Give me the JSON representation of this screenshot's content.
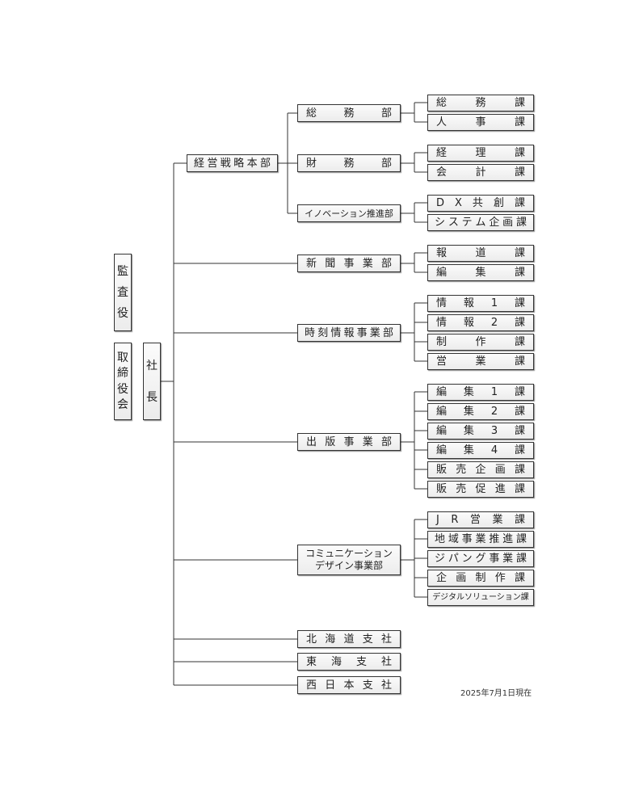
{
  "top": {
    "auditor": "監査役",
    "board": "取締役会",
    "president": "社長"
  },
  "divisions": {
    "strategy": "経営戦略本部",
    "general_affairs": "総務部",
    "finance": "財務部",
    "innovation": "イノベーション推進部",
    "newspaper": "新聞事業部",
    "jikoku": "時刻情報事業部",
    "publishing": "出版事業部",
    "communication_line1": "コミュニケーション",
    "communication_line2": "デザイン事業部",
    "hokkaido": "北海道支社",
    "tokai": "東海支社",
    "nishinihon": "西日本支社"
  },
  "sections": {
    "general": "総務課",
    "hr": "人事課",
    "accounting": "経理課",
    "accounting2": "会計課",
    "dx": "DX共創課",
    "system": "システム企画課",
    "report": "報道課",
    "editing": "編集課",
    "info1": "情報1課",
    "info2": "情報2課",
    "production": "制作課",
    "sales": "営業課",
    "edit1": "編集1課",
    "edit2": "編集2課",
    "edit3": "編集3課",
    "edit4": "編集4課",
    "sales_planning": "販売企画課",
    "sales_promotion": "販売促進課",
    "jr_sales": "JR営業課",
    "regional": "地域事業推進課",
    "zipang": "ジパング事業課",
    "planning_production": "企画制作課",
    "digital_solution": "デジタルソリューション課"
  },
  "as_of": "2025年7月1日現在",
  "colors": {
    "line": "#333333",
    "box_top": "#fbfbfb",
    "box_bottom": "#ececec"
  }
}
